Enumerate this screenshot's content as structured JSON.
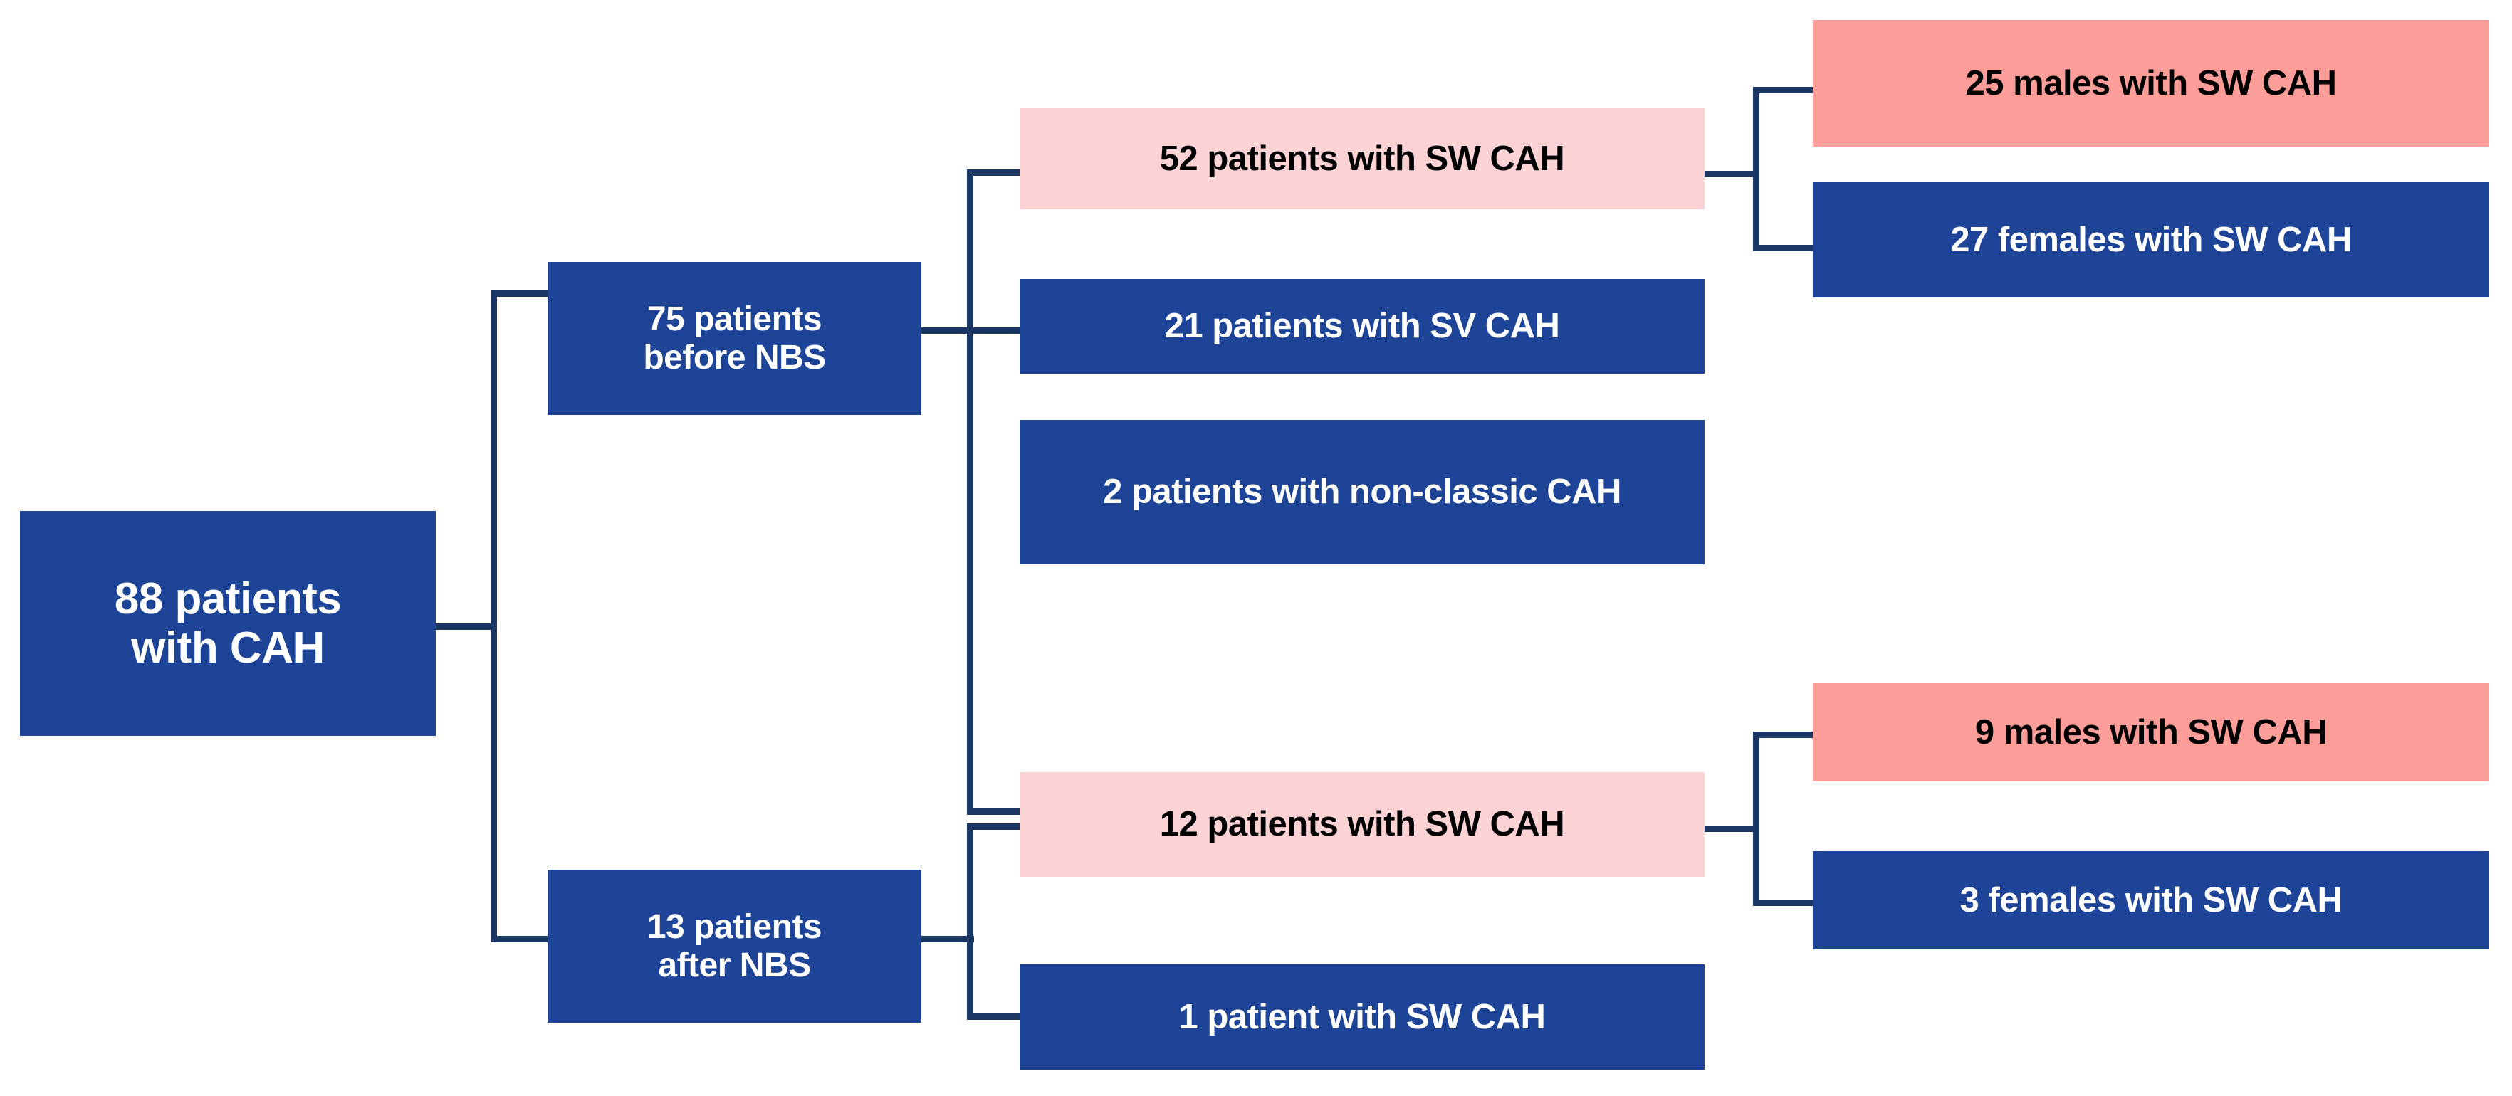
{
  "diagram": {
    "type": "flowchart-tree",
    "title": "CAH patient cohort breakdown before and after newborn screening",
    "colors": {
      "blue": "#1e4497",
      "pink_light": "#fbd3d4",
      "pink_dark": "#fb9d98",
      "connector": "#1b3663",
      "text_on_blue": "#ffffff",
      "text_on_pink": "#000000",
      "background": "#ffffff"
    },
    "nodes": {
      "root": {
        "text": "88 patients\nwith CAH",
        "style": "blue",
        "level": 1
      },
      "before_nbs": {
        "text": "75 patients\nbefore NBS",
        "style": "blue",
        "level": 2
      },
      "after_nbs": {
        "text": "13 patients\nafter NBS",
        "style": "blue",
        "level": 2
      },
      "before_sw": {
        "text": "52 patients with SW CAH",
        "style": "pink-light",
        "level": 3
      },
      "before_sv": {
        "text": "21 patients with SV CAH",
        "style": "blue",
        "level": 3
      },
      "before_nonclassic": {
        "text": "2 patients with non-classic CAH",
        "style": "blue",
        "level": 3
      },
      "after_sw": {
        "text": "12 patients with SW CAH",
        "style": "pink-light",
        "level": 3
      },
      "after_sw_single": {
        "text": "1 patient with SW CAH",
        "style": "blue",
        "level": 3
      },
      "before_sw_males": {
        "text": "25 males with SW CAH",
        "style": "pink-dark",
        "level": 4
      },
      "before_sw_females": {
        "text": "27 females with SW CAH",
        "style": "blue",
        "level": 4
      },
      "after_sw_males": {
        "text": "9 males with SW CAH",
        "style": "pink-dark",
        "level": 4
      },
      "after_sw_females": {
        "text": "3 females with SW CAH",
        "style": "blue",
        "level": 4
      }
    }
  }
}
